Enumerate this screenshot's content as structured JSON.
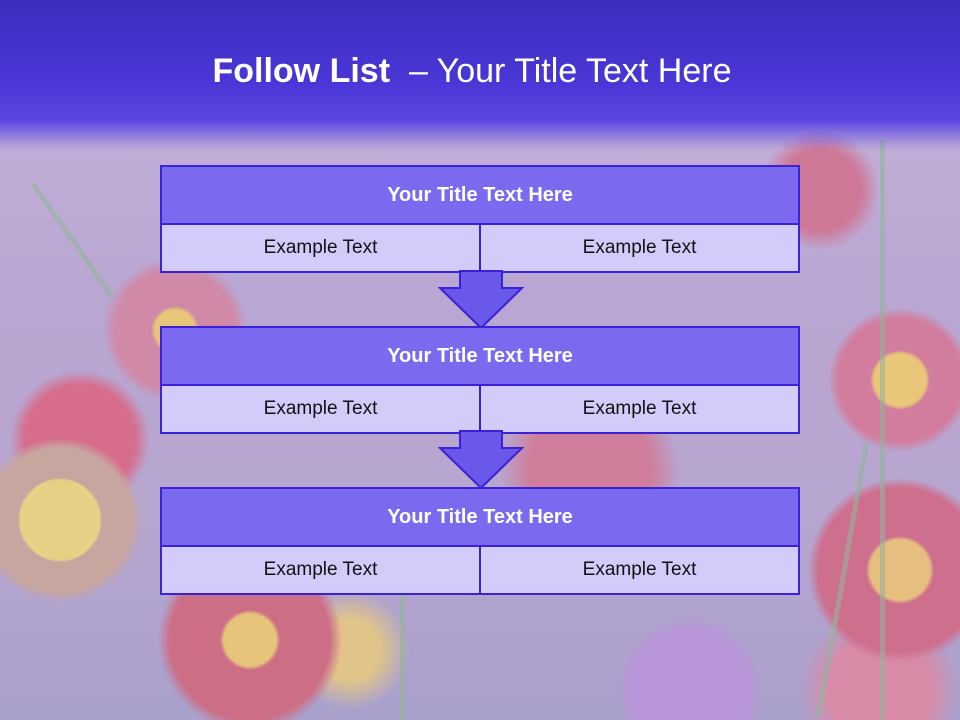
{
  "title": {
    "bold": "Follow List",
    "rest": "– Your Title Text Here"
  },
  "blocks": [
    {
      "heading": "Your Title Text Here",
      "left": "Example Text",
      "right": "Example Text"
    },
    {
      "heading": "Your Title Text Here",
      "left": "Example Text",
      "right": "Example Text"
    },
    {
      "heading": "Your Title Text Here",
      "left": "Example Text",
      "right": "Example Text"
    }
  ],
  "colors": {
    "header": "#4a36d6",
    "block_title": "#7b6af0",
    "block_body": "#d3ccfa",
    "border": "#3a22d8",
    "arrow": "#6a58ea"
  }
}
